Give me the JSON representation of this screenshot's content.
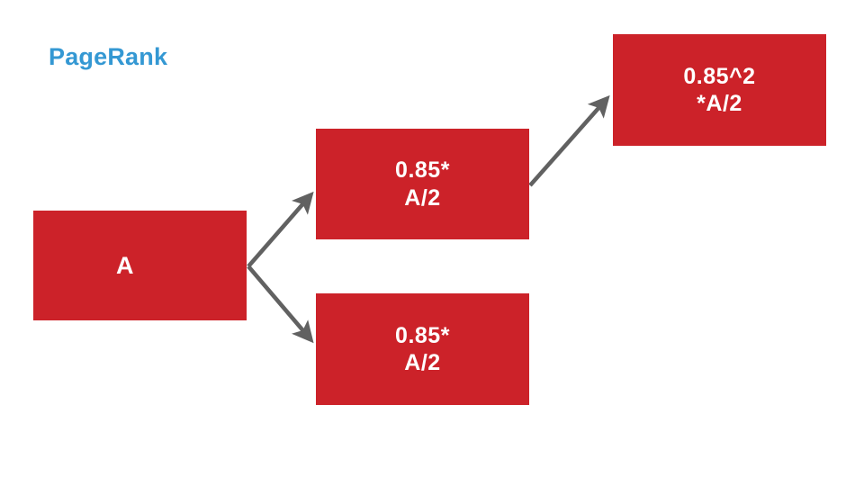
{
  "slide": {
    "title": "PageRank",
    "background_color": "#ffffff",
    "title_color": "#3498d3",
    "node_color": "#cc2229",
    "node_text_color": "#ffffff",
    "edge_color": "#616161"
  },
  "nodes": [
    {
      "id": "a",
      "label": "A",
      "name": "node-a"
    },
    {
      "id": "b1",
      "label": "0.85*\nA/2",
      "name": "node-b1"
    },
    {
      "id": "b2",
      "label": "0.85*\nA/2",
      "name": "node-b2"
    },
    {
      "id": "c",
      "label": "0.85^2\n*A/2",
      "name": "node-c"
    }
  ],
  "edges": [
    {
      "id": "a-to-b1",
      "from": "a",
      "to": "b1",
      "name": "arrow-a-to-b1"
    },
    {
      "id": "a-to-b2",
      "from": "a",
      "to": "b2",
      "name": "arrow-a-to-b2"
    },
    {
      "id": "b1-to-c",
      "from": "b1",
      "to": "c",
      "name": "arrow-b1-to-c"
    }
  ]
}
